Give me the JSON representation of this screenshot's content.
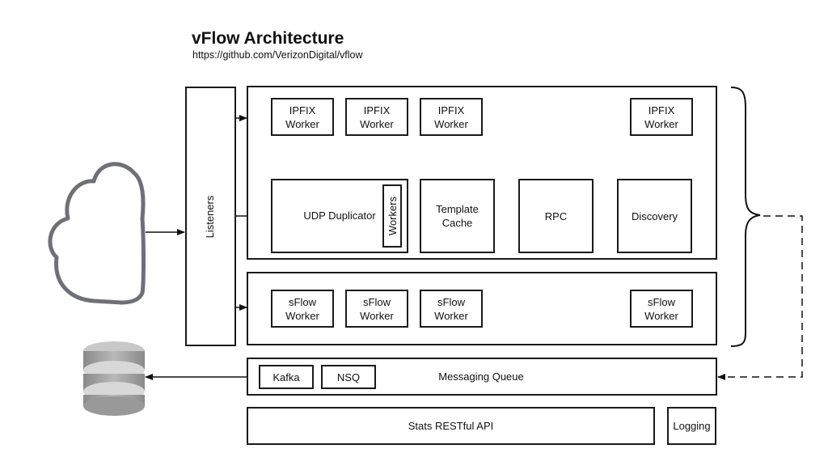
{
  "title": "vFlow Architecture",
  "subtitle": "https://github.com/VerizonDigital/vflow",
  "listeners": "Listeners",
  "ipfix_workers": [
    "IPFIX\nWorker",
    "IPFIX\nWorker",
    "IPFIX\nWorker",
    "IPFIX\nWorker"
  ],
  "udp_duplicator": "UDP Duplicator",
  "workers": "Workers",
  "template_cache": "Template\nCache",
  "rpc": "RPC",
  "discovery": "Discovery",
  "sflow_workers": [
    "sFlow\nWorker",
    "sFlow\nWorker",
    "sFlow\nWorker",
    "sFlow\nWorker"
  ],
  "kafka": "Kafka",
  "nsq": "NSQ",
  "messaging_queue": "Messaging Queue",
  "stats_api": "Stats RESTful API",
  "logging": "Logging",
  "icons": {
    "cloud": "cloud-icon",
    "database": "database-icon"
  }
}
